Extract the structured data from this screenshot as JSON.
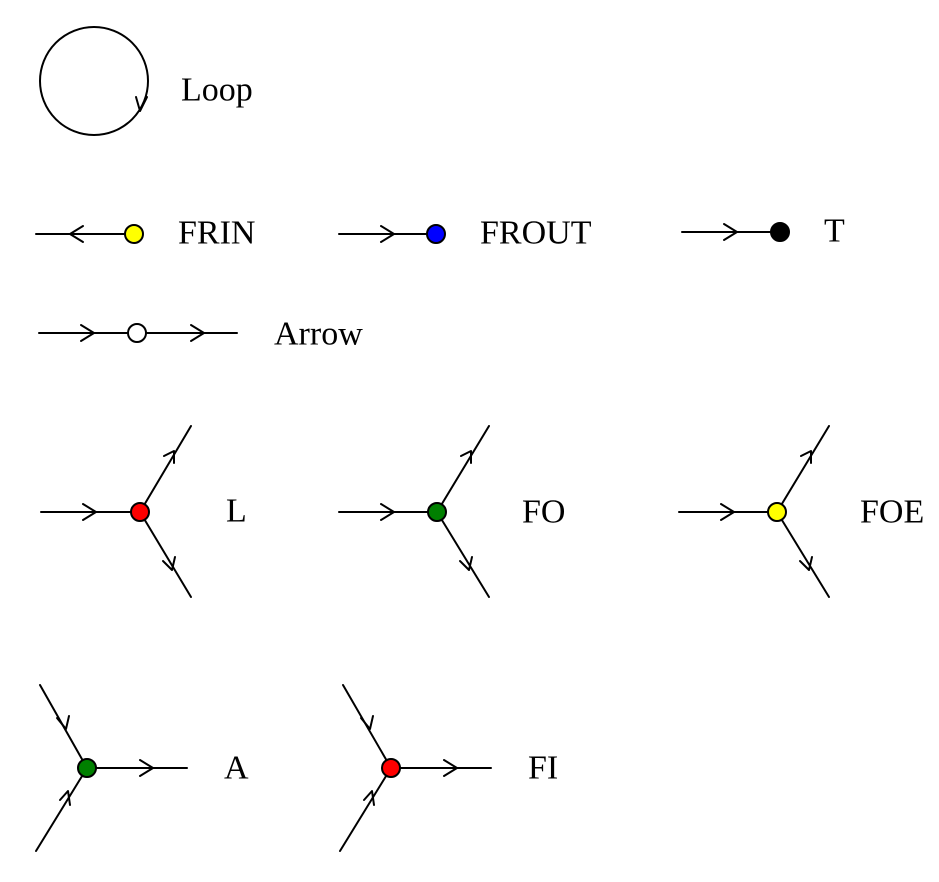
{
  "colors": {
    "line": "#000000",
    "yellow": "#ffff00",
    "blue": "#0000ff",
    "black": "#000000",
    "white": "#ffffff",
    "red": "#ff0000",
    "green": "#008000"
  },
  "legend": {
    "loop": {
      "label": "Loop"
    },
    "frin": {
      "label": "FRIN",
      "node_color": "#ffff00"
    },
    "frout": {
      "label": "FROUT",
      "node_color": "#0000ff"
    },
    "t": {
      "label": "T",
      "node_color": "#000000"
    },
    "arrow": {
      "label": "Arrow",
      "node_color": "#ffffff"
    },
    "l": {
      "label": "L",
      "node_color": "#ff0000"
    },
    "fo": {
      "label": "FO",
      "node_color": "#008000"
    },
    "foe": {
      "label": "FOE",
      "node_color": "#ffff00"
    },
    "a": {
      "label": "A",
      "node_color": "#008000"
    },
    "fi": {
      "label": "FI",
      "node_color": "#ff0000"
    }
  }
}
